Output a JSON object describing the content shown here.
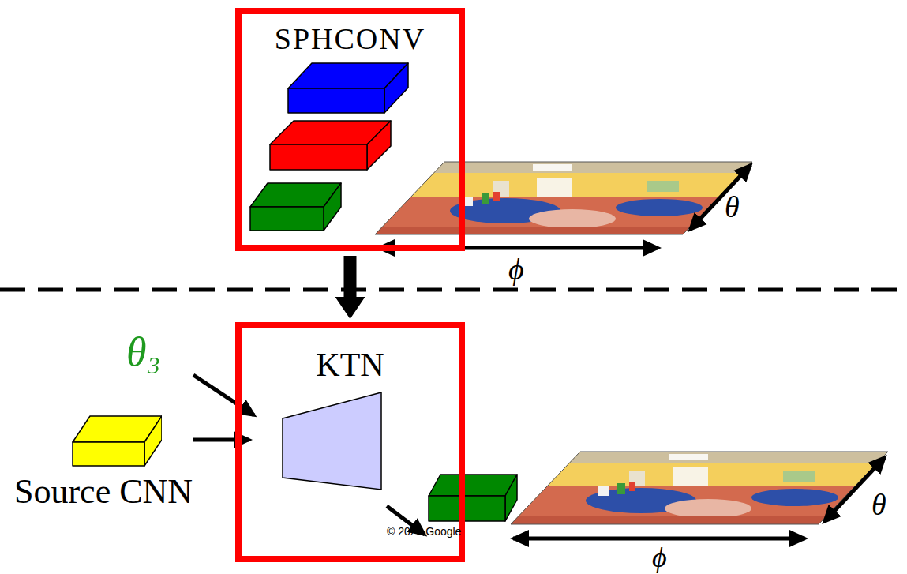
{
  "diagram": {
    "nodes": [
      {
        "text": [
          "SPHCONV"
        ]
      },
      {
        "text": [
          "KTN"
        ]
      },
      {
        "text": [
          "Source CNN"
        ]
      }
    ],
    "edges": [
      {
        "from": 0,
        "to": 1,
        "arrow": "to"
      },
      {
        "from": 2,
        "to": 1,
        "arrow": "to"
      }
    ],
    "labels": [
      "θ₃",
      "θ",
      "ϕ",
      "θ",
      "ϕ",
      "© 2023 Google"
    ]
  }
}
